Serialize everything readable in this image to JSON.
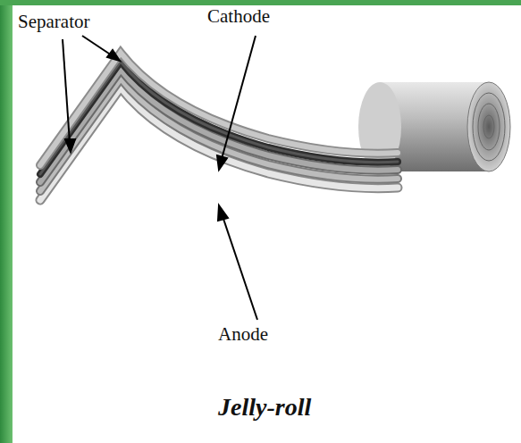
{
  "diagram": {
    "caption": "Jelly-roll",
    "labels": [
      "Separator",
      "Cathode",
      "Anode"
    ]
  }
}
